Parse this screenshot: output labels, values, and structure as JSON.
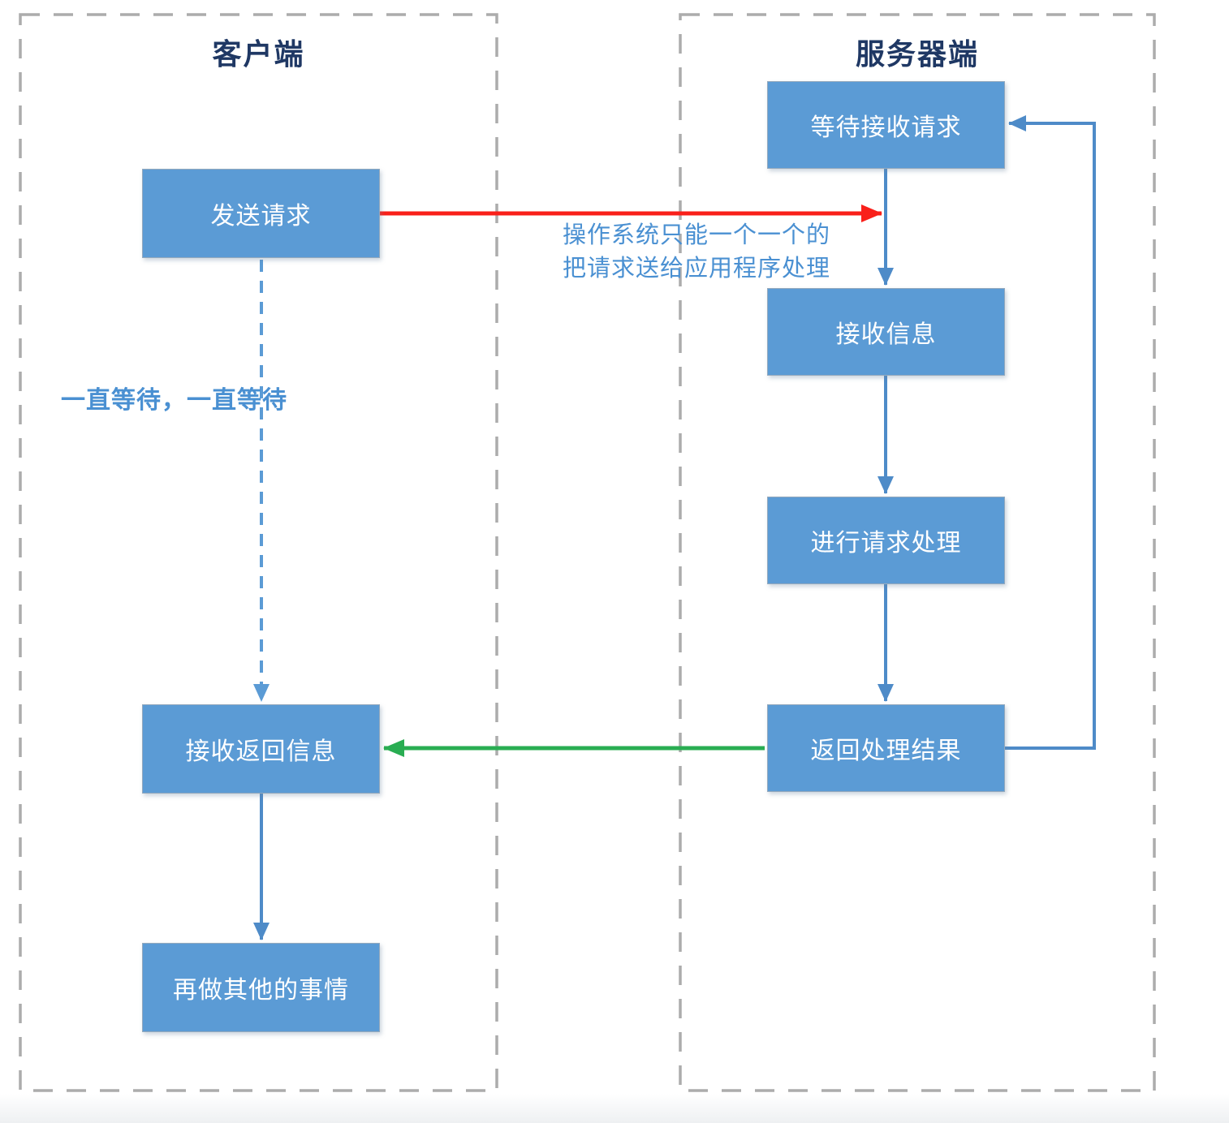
{
  "client_panel": {
    "title": "客户端",
    "nodes": [
      {
        "id": "send-request",
        "label": "发送请求"
      },
      {
        "id": "receive-response",
        "label": "接收返回信息"
      },
      {
        "id": "do-other-things",
        "label": "再做其他的事情"
      }
    ],
    "waiting_note": "一直等待，一直等待"
  },
  "server_panel": {
    "title": "服务器端",
    "nodes": [
      {
        "id": "wait-request",
        "label": "等待接收请求"
      },
      {
        "id": "receive-info",
        "label": "接收信息"
      },
      {
        "id": "process-request",
        "label": "进行请求处理"
      },
      {
        "id": "return-result",
        "label": "返回处理结果"
      }
    ]
  },
  "annotations": {
    "os_note_line1": "操作系统只能一个一个的",
    "os_note_line2": "把请求送给应用程序处理"
  },
  "colors": {
    "node_fill": "#5B9BD5",
    "node_text": "#FFFFFF",
    "panel_title": "#1F3864",
    "panel_border": "#ACACAC",
    "arrow_blue": "#4E8BC8",
    "arrow_dashed_blue": "#5B9BD5",
    "arrow_red": "#F9201A",
    "arrow_green": "#29AD52",
    "note_text": "#4A90D2"
  }
}
